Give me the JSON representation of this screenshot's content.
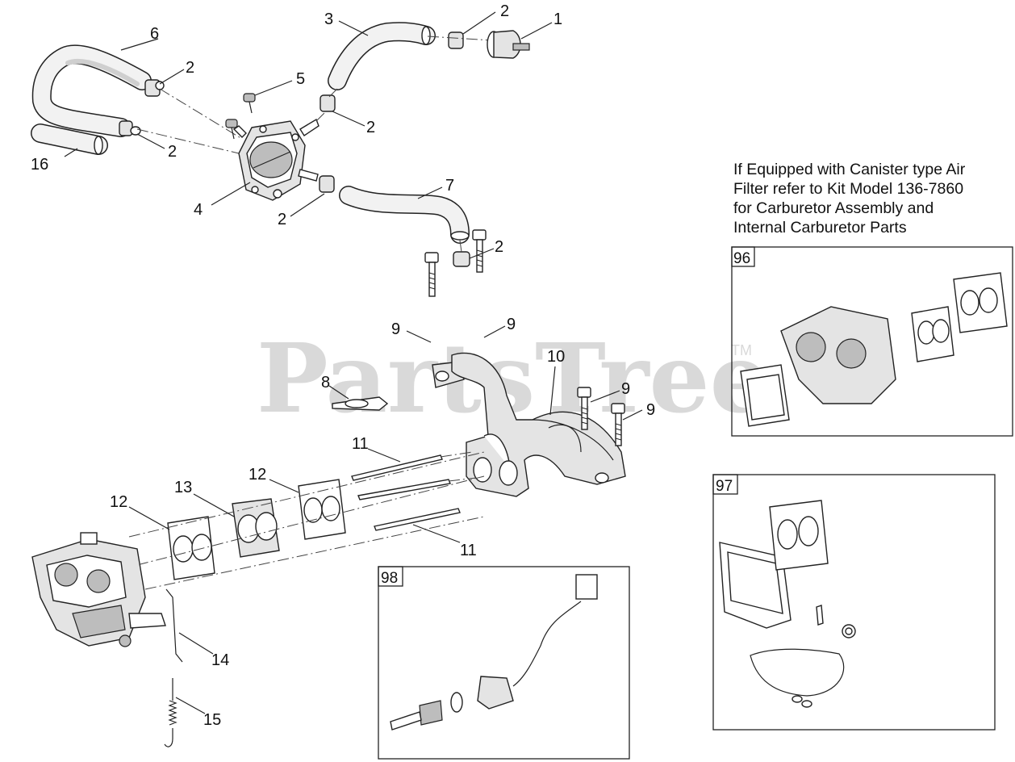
{
  "watermark": {
    "text": "PartsTree",
    "trademark": "TM"
  },
  "note": {
    "lines": [
      "If Equipped with Canister type Air",
      "Filter refer to Kit Model 136-7860",
      "for Carburetor Assembly and",
      "Internal Carburetor Parts"
    ]
  },
  "callouts": {
    "c1": "1",
    "c2a": "2",
    "c2b": "2",
    "c2c": "2",
    "c2d": "2",
    "c2e": "2",
    "c2f": "2",
    "c3": "3",
    "c4": "4",
    "c5": "5",
    "c6": "6",
    "c7": "7",
    "c8": "8",
    "c9a": "9",
    "c9b": "9",
    "c9c": "9",
    "c9d": "9",
    "c10": "10",
    "c11a": "11",
    "c11b": "11",
    "c12a": "12",
    "c12b": "12",
    "c13": "13",
    "c14": "14",
    "c15": "15",
    "c16": "16"
  },
  "kits": {
    "k96": "96",
    "k97": "97",
    "k98": "98"
  }
}
